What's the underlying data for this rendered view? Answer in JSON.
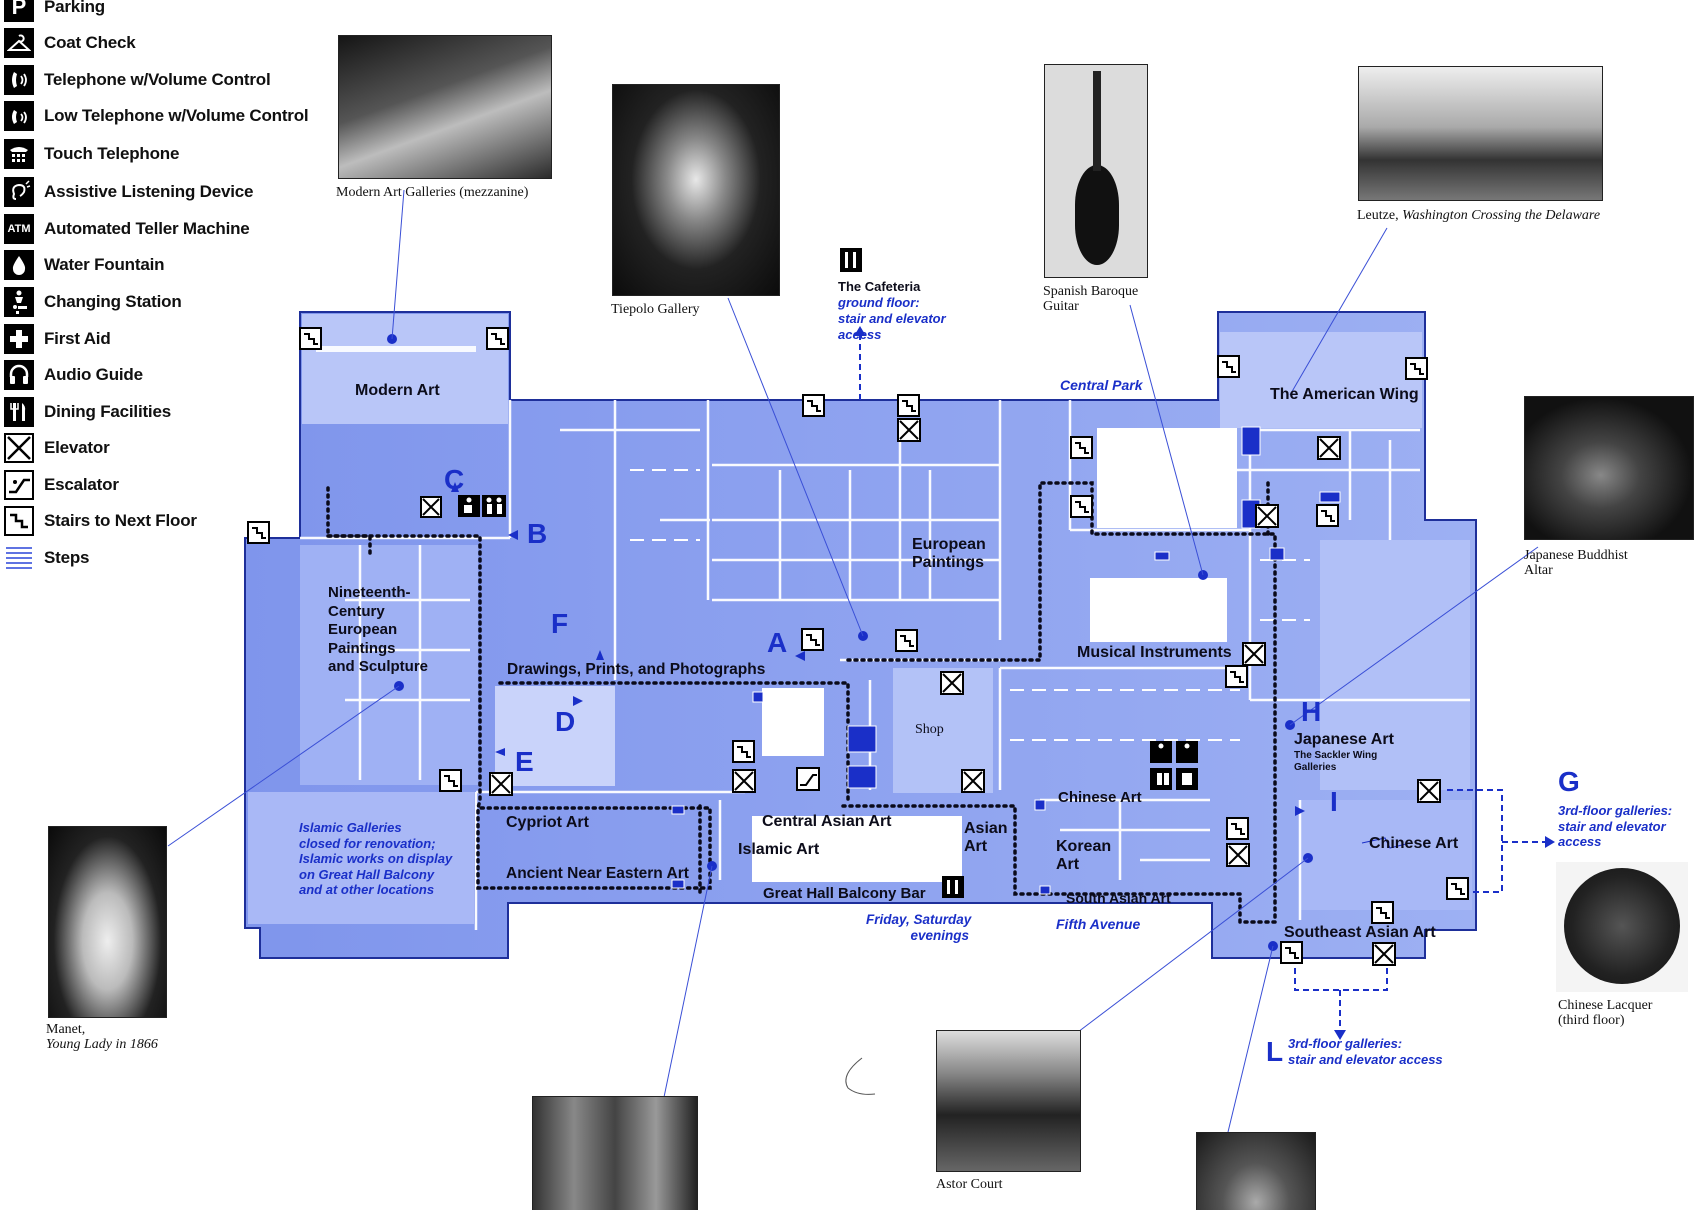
{
  "legend": [
    {
      "icon": "parking-icon",
      "label": "Parking"
    },
    {
      "icon": "coat-check-icon",
      "label": "Coat Check"
    },
    {
      "icon": "volume-telephone-icon",
      "label": "Telephone w/Volume Control"
    },
    {
      "icon": "low-telephone-icon",
      "label": "Low Telephone w/Volume Control"
    },
    {
      "icon": "touch-telephone-icon",
      "label": "Touch Telephone"
    },
    {
      "icon": "assistive-listening-icon",
      "label": "Assistive Listening Device"
    },
    {
      "icon": "atm-icon",
      "label": "Automated Teller Machine",
      "glyph": "ATM"
    },
    {
      "icon": "water-fountain-icon",
      "label": "Water Fountain"
    },
    {
      "icon": "changing-station-icon",
      "label": "Changing Station"
    },
    {
      "icon": "first-aid-icon",
      "label": "First Aid"
    },
    {
      "icon": "audio-guide-icon",
      "label": "Audio Guide"
    },
    {
      "icon": "dining-icon",
      "label": "Dining Facilities"
    },
    {
      "icon": "elevator-icon",
      "label": "Elevator"
    },
    {
      "icon": "escalator-icon",
      "label": "Escalator"
    },
    {
      "icon": "stairs-icon",
      "label": "Stairs to Next Floor"
    },
    {
      "icon": "steps-icon",
      "label": "Steps"
    }
  ],
  "parking_glyph": "P",
  "rooms": {
    "modern_art": "Modern Art",
    "american_wing": "The American Wing",
    "central_park": "Central Park",
    "nineteenth_century": [
      "Nineteenth-",
      "Century",
      "European",
      "Paintings",
      "and Sculpture"
    ],
    "european_paintings": [
      "European",
      "Paintings"
    ],
    "drawings": "Drawings, Prints, and Photographs",
    "musical_instruments": "Musical Instruments",
    "shop": "Shop",
    "japanese_art": "Japanese Art",
    "sackler": [
      "The Sackler Wing",
      "Galleries"
    ],
    "chinese_art_1": "Chinese Art",
    "chinese_art_2": "Chinese Art",
    "korean_art": [
      "Korean",
      "Art"
    ],
    "asian_art": [
      "Asian",
      "Art"
    ],
    "cypriot_art": "Cypriot Art",
    "central_asian_art": "Central Asian Art",
    "islamic_art": "Islamic Art",
    "ancient_near_eastern": "Ancient Near Eastern Art",
    "great_hall_balcony_bar": "Great Hall Balcony Bar",
    "south_asian_art": "South Asian Art",
    "southeast_asian_art": "Southeast Asian Art",
    "fifth_avenue": "Fifth Avenue"
  },
  "notes": {
    "cafeteria_title": "The Cafeteria",
    "cafeteria_lines": [
      "ground floor:",
      "stair and elevator",
      "access"
    ],
    "islamic_lines": [
      "Islamic Galleries",
      "closed for renovation;",
      "Islamic works on display",
      "on Great Hall Balcony",
      "and at other locations"
    ],
    "bar_hours": [
      "Friday, Saturday",
      "evenings"
    ],
    "g_lines": [
      "3rd-floor galleries:",
      "stair and elevator",
      "access"
    ],
    "l_lines": [
      "3rd-floor galleries:",
      "stair and elevator access"
    ]
  },
  "letters": {
    "a": "A",
    "b": "B",
    "c": "C",
    "d": "D",
    "e": "E",
    "f": "F",
    "g": "G",
    "h": "H",
    "i": "I",
    "l": "L"
  },
  "captions": {
    "modern_mezzanine": "Modern Art Galleries (mezzanine)",
    "tiepolo": "Tiepolo Gallery",
    "guitar": [
      "Spanish Baroque",
      "Guitar"
    ],
    "leutze_name": "Leutze,",
    "leutze_title": "Washington Crossing the Delaware",
    "japanese_altar": [
      "Japanese Buddhist",
      "Altar"
    ],
    "manet_name": "Manet,",
    "manet_title": "Young Lady in 1866",
    "chinese_lacquer": [
      "Chinese Lacquer",
      "(third floor)"
    ],
    "astor_court": "Astor Court"
  },
  "colors": {
    "map_blue": "#8fa3f0",
    "map_light": "#c9d3fa",
    "accent": "#1a2fc8",
    "wall": "#ffffff"
  }
}
